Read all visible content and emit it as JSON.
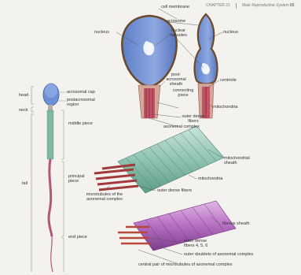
{
  "header": {
    "chapter": "CHAPTER 21",
    "title": "Male Reproductive System",
    "page_number": "65"
  },
  "labels": {
    "cell_membrane": "cell membrane",
    "acrosome": "acrosome",
    "nuclear_vacuoles": "nuclear vacuoles",
    "nucleus_left": "nucleus",
    "nucleus_right": "nucleus",
    "postacrosomal_sheath": "post-acrosomal sheath",
    "centriole": "centriole",
    "connecting_piece": "connecting piece",
    "mitochondria_top": "mitochondria",
    "outer_dense_fibers_top": "outer dense fibers",
    "axonemal_complex": "axonemal complex",
    "head": "head",
    "neck": "neck",
    "tail": "tail",
    "acrosomal_cap": "acrosomal cap",
    "postacrosomal_region": "postacrosomal region",
    "middle_piece": "middle piece",
    "principal_piece": "principal piece",
    "end_piece": "end piece",
    "mitochondrial_sheath": "mitochondrial sheath",
    "mitochondria_mid": "mitochondria",
    "microtubules_axonemal": "microtubules of the axonemal complex",
    "outer_dense_fibers_mid": "outer dense fibers",
    "fibrous_sheath": "fibrous sheath",
    "outer_dense_fibers_456": "outer dense fibers 4, 5, 6",
    "outer_doublets": "outer doublets of axonemal complex",
    "central_pair": "central pair of microtubules of axonemal complex"
  }
}
